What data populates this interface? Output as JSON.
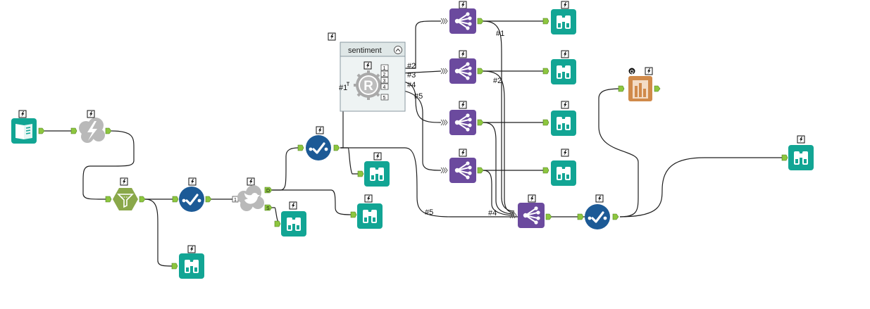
{
  "container": {
    "title": "sentiment",
    "r_tool_label": "R",
    "output_anchors": [
      "1",
      "2",
      "3",
      "4",
      "5"
    ]
  },
  "anchors": {
    "twitter_d": "D",
    "twitter_s": "S",
    "twitter_input": "1"
  },
  "connection_labels": {
    "c1_right": "#1",
    "c2_right": "#2",
    "c3": "#3",
    "c4": "#4",
    "c5_right": "#5",
    "c1_left": "#1",
    "c5_bottom": "#5",
    "c4_bottom": "#4"
  },
  "colors": {
    "teal": "#12a594",
    "navy": "#1c5a96",
    "purple": "#6b4a9e",
    "olive": "#8aa84a",
    "gray": "#b9b9b9",
    "orange": "#d08a4a",
    "anchor": "#8dc63f",
    "container_border": "#8a9aa0",
    "container_fill": "#eef3f3"
  },
  "icons": {
    "input": "book-input-icon",
    "formula": "lightning-cloud-icon",
    "filter": "funnel-hex-icon",
    "select": "checkmark-circle-icon",
    "twitter": "twitter-bird-cloud-icon",
    "browse": "binoculars-icon",
    "join": "multi-join-icon",
    "report": "bar-chart-report-icon",
    "r_tool": "r-gear-icon",
    "lightning": "lightning-badge-icon",
    "collapse": "collapse-chevron-icon"
  }
}
